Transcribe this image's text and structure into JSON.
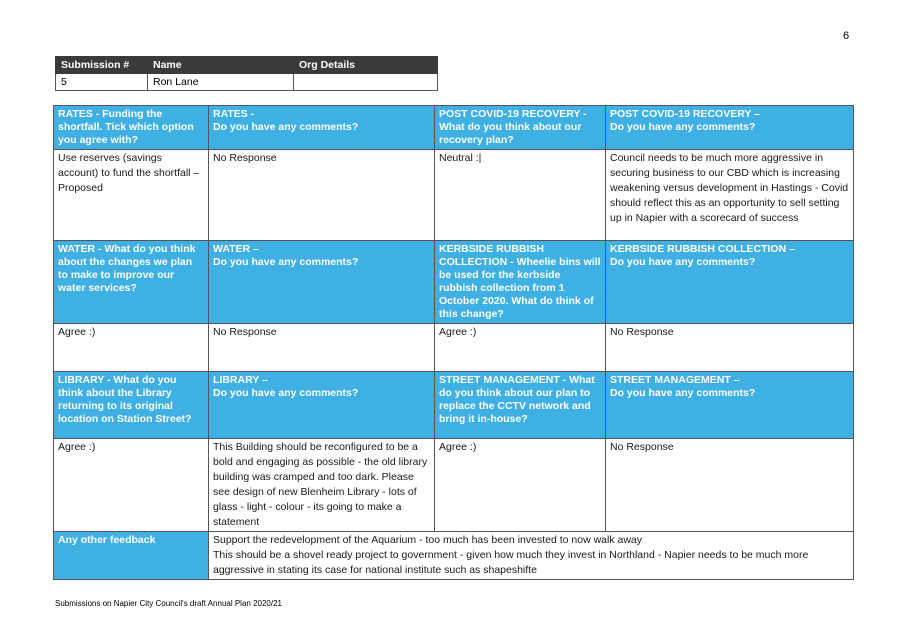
{
  "page_number": "6",
  "submission": {
    "headers": [
      "Submission #",
      "Name",
      "Org Details"
    ],
    "values": [
      "5",
      "Ron Lane",
      ""
    ]
  },
  "rows": {
    "rates": {
      "topic": "RATES - Funding the shortfall. Tick which option you agree with?",
      "comments_q": "RATES -",
      "comments_sub": "Do you have any comments?",
      "answer": "Use reserves (savings account) to fund the shortfall – Proposed",
      "comments_answer": "No Response"
    },
    "covid": {
      "topic_q": "POST COVID-19 RECOVERY -",
      "topic_sub": "What do you think about our recovery plan?",
      "comments_q": "POST COVID-19 RECOVERY –",
      "comments_sub": "Do you have any comments?",
      "answer": "Neutral :|",
      "comments_answer": "Council needs to be much more aggressive in securing business to our CBD which is increasing weakening versus development in Hastings - Covid should reflect this as an opportunity to sell setting up in Napier with a scorecard of success"
    },
    "water": {
      "topic_q": "WATER",
      "topic_sub": " - What do you think about the changes we plan to make to improve our water services?",
      "comments_q": "WATER –",
      "comments_sub": "Do you have any comments?",
      "answer": "Agree :)",
      "comments_answer": "No Response"
    },
    "kerbside": {
      "topic_q": "KERBSIDE RUBBISH COLLECTION",
      "topic_sub": " - Wheelie bins will be used for the kerbside rubbish collection from 1 October 2020. What do think of this change?",
      "comments_q": "KERBSIDE RUBBISH COLLECTION –",
      "comments_sub": "Do you have any comments?",
      "answer": "Agree :)",
      "comments_answer": "No Response"
    },
    "library": {
      "topic_q": "LIBRARY",
      "topic_sub": " - What do you think about the Library returning to its original location on Station Street?",
      "comments_q": "LIBRARY –",
      "comments_sub": "Do you have any comments?",
      "answer": "Agree :)",
      "comments_answer": "This Building should be reconfigured to be a bold and engaging as possible - the old library building was cramped and too dark. Please see design of new Blenheim Library - lots of glass - light - colour - its going to make a statement"
    },
    "street": {
      "topic_q": "STREET MANAGEMENT",
      "topic_sub": " - What do you think about our plan to replace the CCTV network and bring it in-house?",
      "comments_q": "STREET MANAGEMENT –",
      "comments_sub": "Do you have any comments?",
      "answer": "Agree :)",
      "comments_answer": "No Response"
    },
    "other": {
      "label": "Any other feedback",
      "line1": "Support the redevelopment of the Aquarium - too much has been invested to now walk away",
      "line2": "This should be a shovel ready project to government - given how much they invest in Northland - Napier needs to be much more aggressive in stating its case for national institute such as shapeshifte"
    }
  },
  "footer": "Submissions on Napier City Council's draft Annual Plan 2020/21",
  "colors": {
    "header_blue": "#3fb0e4",
    "header_dark": "#3a3a3a"
  }
}
